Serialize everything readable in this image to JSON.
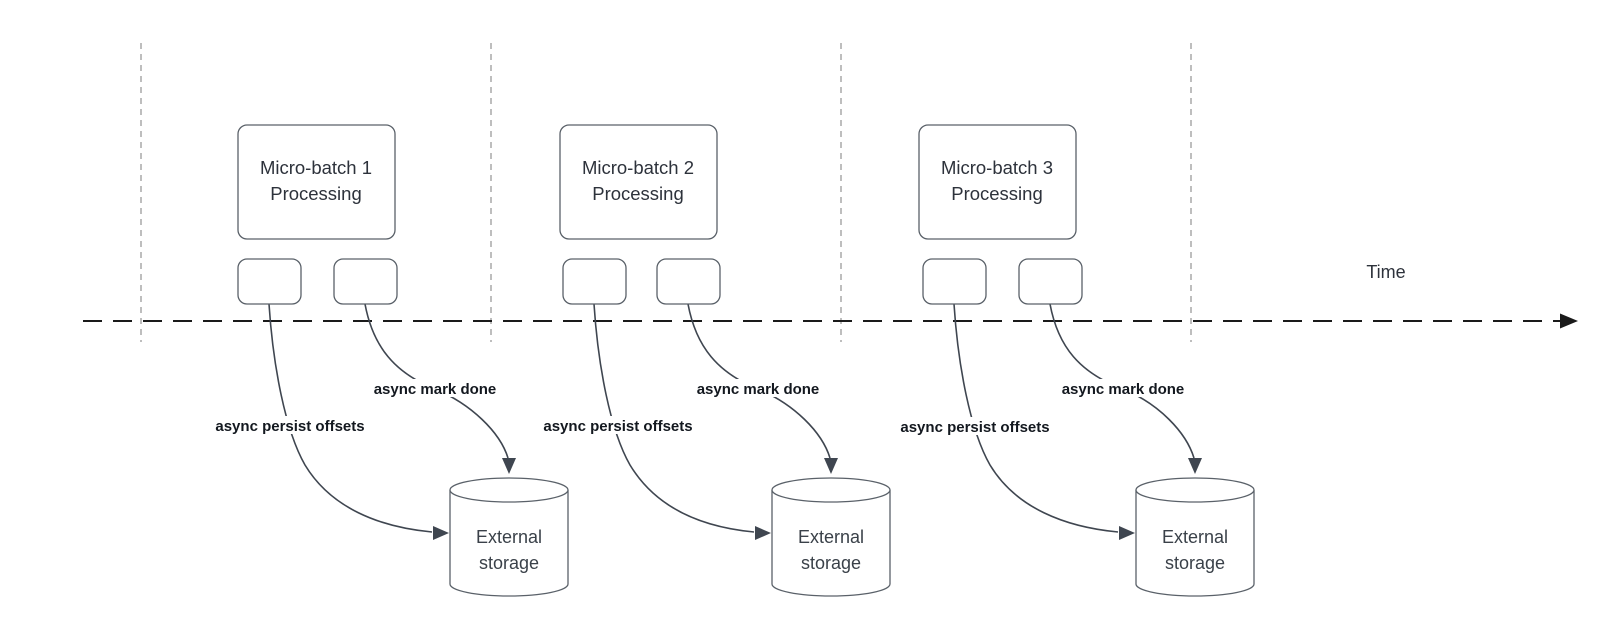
{
  "diagram": {
    "time_axis_label": "Time",
    "batches": [
      {
        "name": "Micro-batch 1",
        "subtitle": "Processing",
        "persist_label": "async persist offsets",
        "done_label": "async mark done",
        "storage_line1": "External",
        "storage_line2": "storage"
      },
      {
        "name": "Micro-batch 2",
        "subtitle": "Processing",
        "persist_label": "async persist offsets",
        "done_label": "async mark done",
        "storage_line1": "External",
        "storage_line2": "storage"
      },
      {
        "name": "Micro-batch 3",
        "subtitle": "Processing",
        "persist_label": "async persist offsets",
        "done_label": "async mark done",
        "storage_line1": "External",
        "storage_line2": "storage"
      }
    ]
  },
  "colors": {
    "shape_stroke": "#5a6169",
    "edge_stroke": "#3f4650",
    "timeline_stroke": "#1a1a1a",
    "grid_line": "#a9a9a9",
    "text": "#2d323b",
    "label_text": "#13181f",
    "background": "#ffffff"
  }
}
